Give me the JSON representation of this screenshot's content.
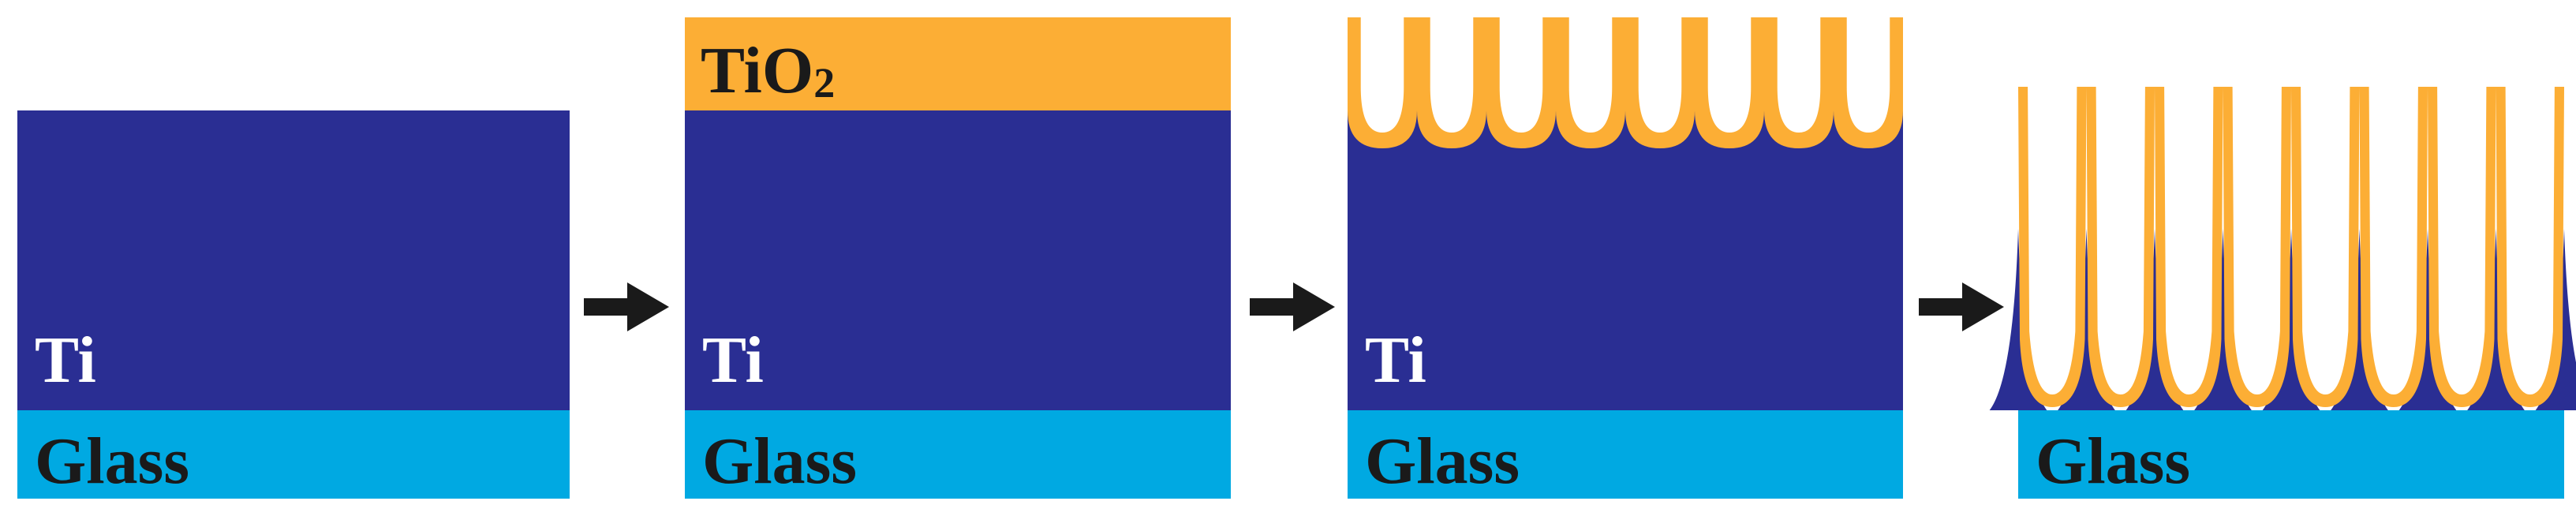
{
  "colors": {
    "ti": "#2a2e93",
    "glass": "#00a9e2",
    "tio2": "#fcae35",
    "arrow": "#1a1a1a",
    "label_light": "#ffffff",
    "label_dark": "#1a1a1a"
  },
  "labels": {
    "ti": "Ti",
    "glass": "Glass",
    "tio2_base": "TiO",
    "tio2_sub": "2"
  },
  "icons": {
    "step_arrow": "right-arrow-icon"
  }
}
